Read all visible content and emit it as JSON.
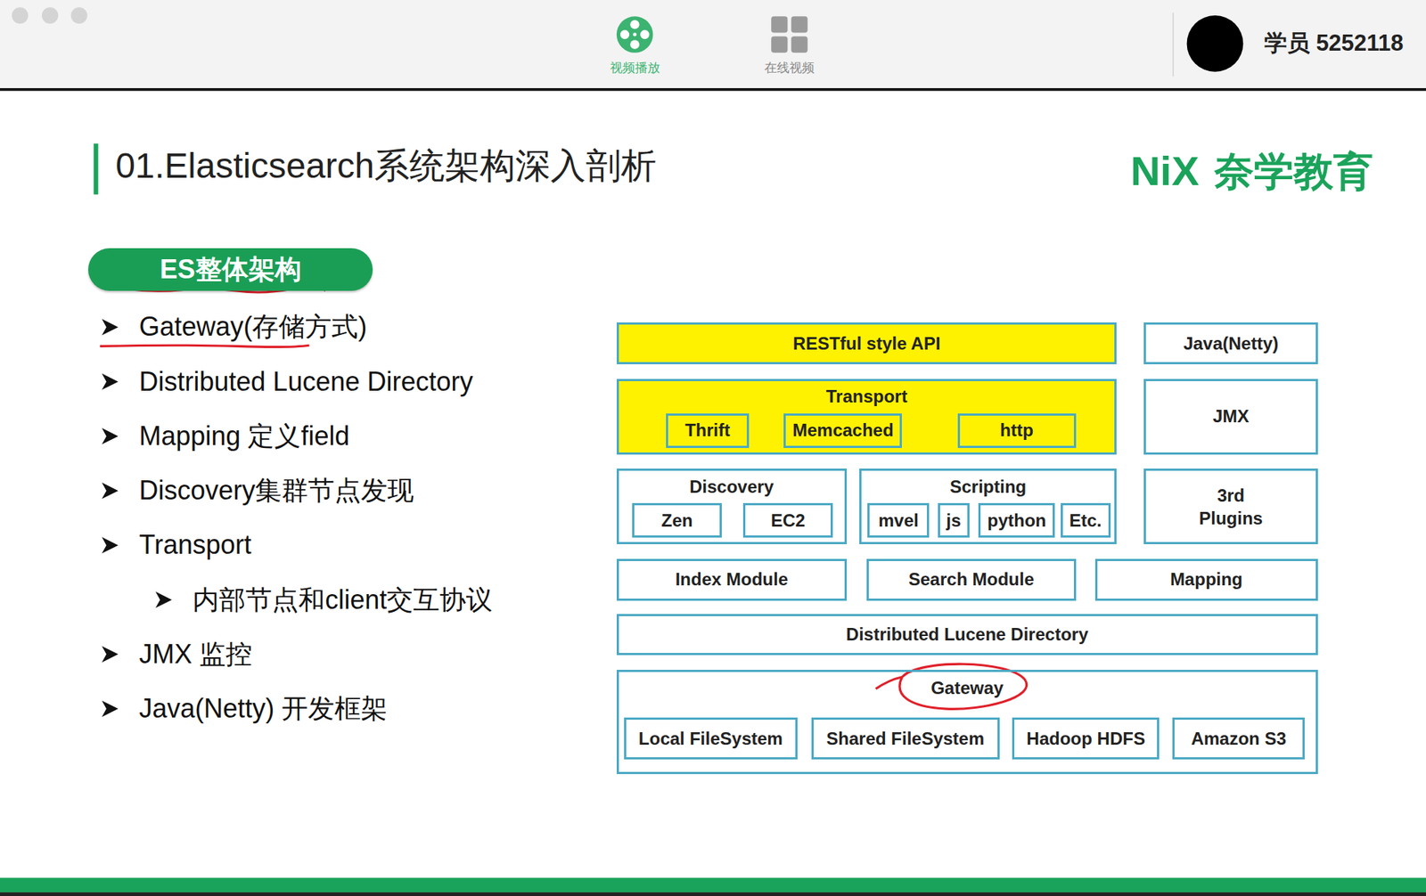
{
  "diagram": {
    "title": "01.Elasticsearch系统架构深入剖析",
    "nodes": [
      {
        "text": [
          "ES整体架构"
        ]
      },
      {
        "text": [
          "RESTful style API"
        ]
      },
      {
        "text": [
          "Java(Netty)"
        ]
      },
      {
        "text": [
          "Transport"
        ]
      },
      {
        "text": [
          "Thrift"
        ],
        "in": 3
      },
      {
        "text": [
          "Memcached"
        ],
        "in": 3
      },
      {
        "text": [
          "http"
        ],
        "in": 3
      },
      {
        "text": [
          "JMX"
        ]
      },
      {
        "text": [
          "Discovery"
        ]
      },
      {
        "text": [
          "Zen"
        ],
        "in": 8
      },
      {
        "text": [
          "EC2"
        ],
        "in": 8
      },
      {
        "text": [
          "Scripting"
        ]
      },
      {
        "text": [
          "mvel"
        ],
        "in": 11
      },
      {
        "text": [
          "js"
        ],
        "in": 11
      },
      {
        "text": [
          "python"
        ],
        "in": 11
      },
      {
        "text": [
          "Etc."
        ],
        "in": 11
      },
      {
        "text": [
          "3rd Plugins"
        ]
      },
      {
        "text": [
          "Index Module"
        ]
      },
      {
        "text": [
          "Search Module"
        ]
      },
      {
        "text": [
          "Mapping"
        ]
      },
      {
        "text": [
          "Distributed Lucene Directory"
        ]
      },
      {
        "text": [
          "Gateway"
        ]
      },
      {
        "text": [
          "Local FileSystem"
        ],
        "in": 21
      },
      {
        "text": [
          "Shared FileSystem"
        ],
        "in": 21
      },
      {
        "text": [
          "Hadoop HDFS"
        ],
        "in": 21
      },
      {
        "text": [
          "Amazon S3"
        ],
        "in": 21
      }
    ],
    "edges": [],
    "labels": [
      "视频播放",
      "在线视频",
      "学员 5252118",
      "NiX",
      "奈学教育",
      "Gateway(存储方式)",
      "Distributed Lucene Directory",
      "Mapping 定义field",
      "Discovery集群节点发现",
      "Transport",
      "内部节点和client交互协议",
      "JMX 监控",
      "Java(Netty) 开发框架",
      "..."
    ]
  }
}
